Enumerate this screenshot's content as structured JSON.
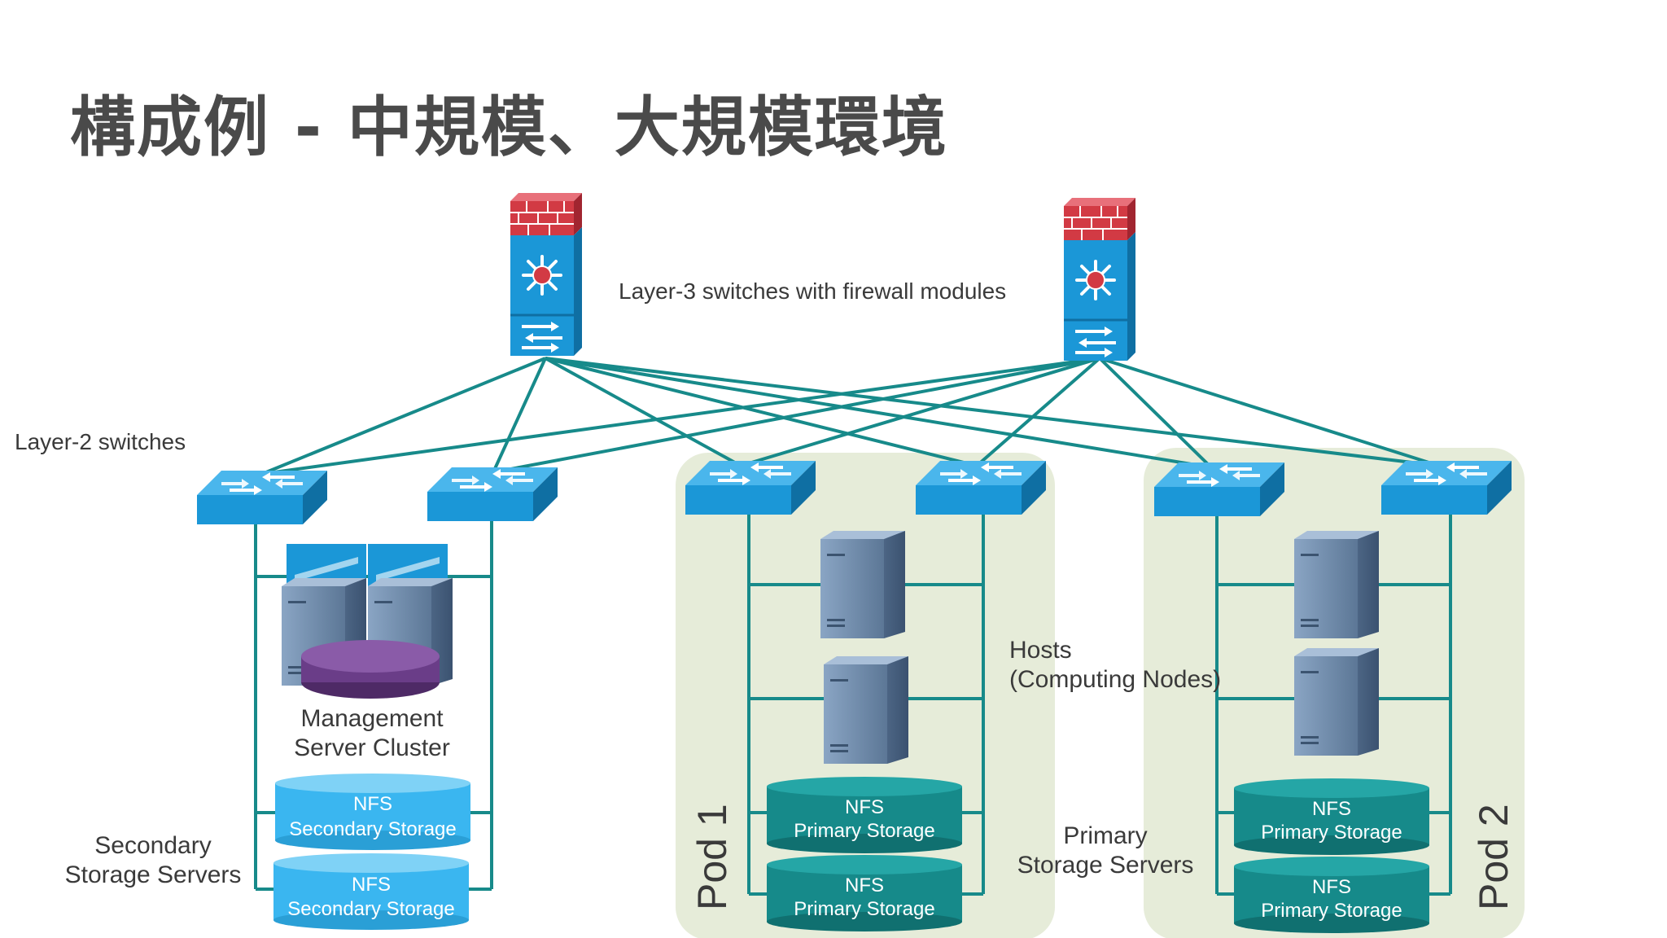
{
  "slide": {
    "title": "構成例 - 中規模、大規模環境"
  },
  "labels": {
    "l3": "Layer-3 switches with firewall modules",
    "l2": "Layer-2 switches",
    "mgmt_line1": "Management",
    "mgmt_line2": "Server Cluster",
    "secondary_line1": "Secondary",
    "secondary_line2": "Storage Servers",
    "hosts_line1": "Hosts",
    "hosts_line2": "(Computing Nodes)",
    "primary_line1": "Primary",
    "primary_line2": "Storage Servers"
  },
  "pods": {
    "pod1": "Pod 1",
    "pod2": "Pod 2"
  },
  "storage": {
    "nfs": "NFS",
    "secondary": "Secondary Storage",
    "primary": "Primary Storage"
  },
  "colors": {
    "link": "#178a8a",
    "switch": "#1b97d7",
    "switch_dark": "#0f6fa3",
    "firewall_red": "#d23a44",
    "pod_bg": "#e6ecd9",
    "secondary_storage": "#3ab6f0",
    "primary_storage": "#168a8a",
    "mgmt_db": "#6a3d88",
    "server": "#6f8aa8"
  }
}
